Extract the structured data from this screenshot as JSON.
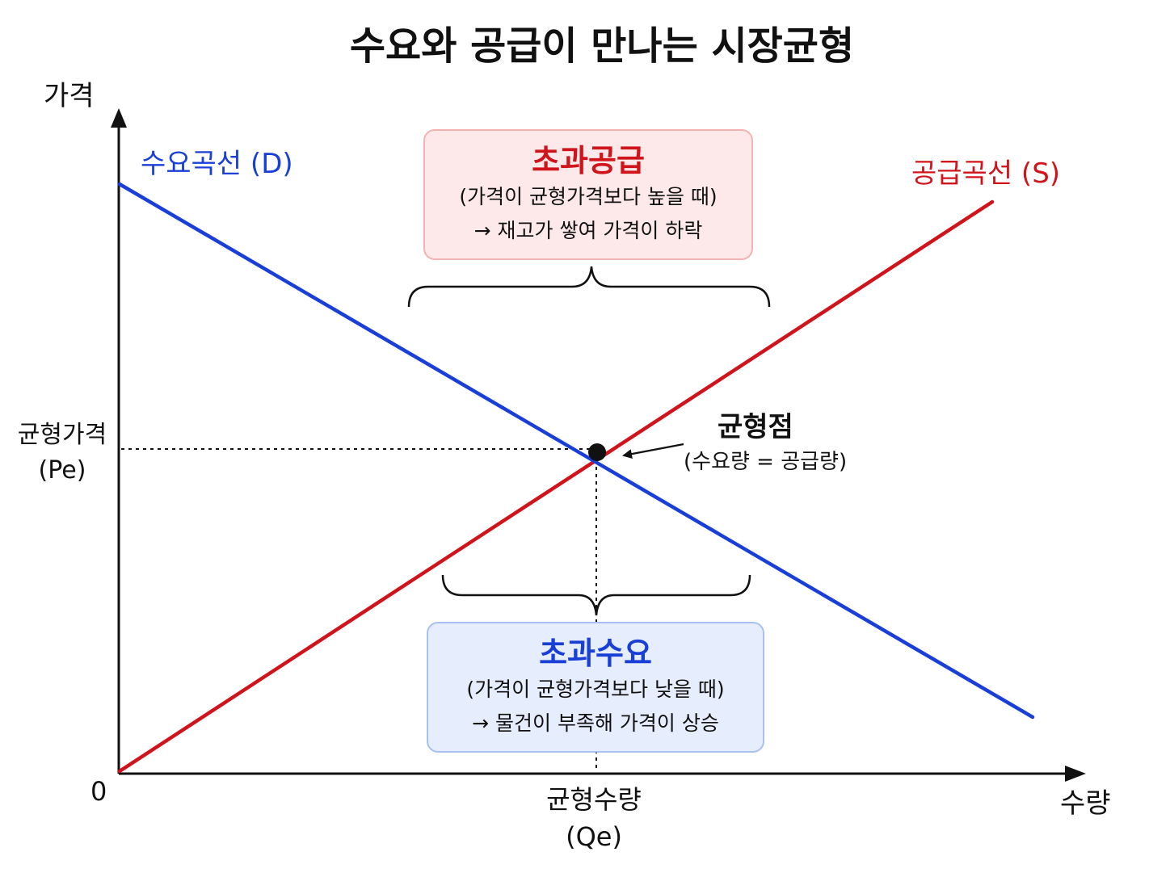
{
  "title": "수요와 공급이 만나는 시장균형",
  "axes": {
    "y_label": "가격",
    "x_label": "수량",
    "origin": "0"
  },
  "equilibrium": {
    "price_label": "균형가격",
    "price_symbol": "(Pe)",
    "quantity_label": "균형수량",
    "quantity_symbol": "(Qe)",
    "point_label": "균형점",
    "point_note": "(수요량 = 공급량)"
  },
  "curves": {
    "demand_label": "수요곡선 (D)",
    "supply_label": "공급곡선 (S)",
    "demand_color": "#1a3fd6",
    "supply_color": "#d0141c"
  },
  "surplus_box": {
    "title": "초과공급",
    "line1": "(가격이 균형가격보다 높을 때)",
    "line2": "→ 재고가 쌓여 가격이 하락"
  },
  "shortage_box": {
    "title": "초과수요",
    "line1": "(가격이 균형가격보다 낮을 때)",
    "line2": "→ 물건이 부족해 가격이 상승"
  }
}
